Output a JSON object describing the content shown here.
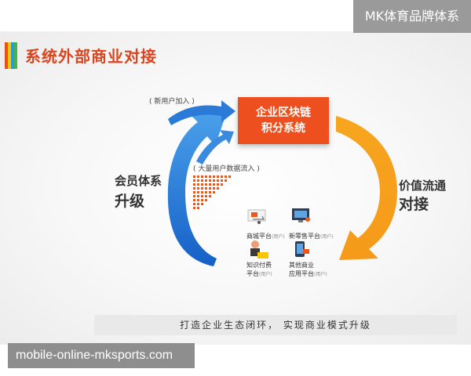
{
  "brand_tag": "MK体育品牌体系",
  "watermark": "mobile-online-mksports.com",
  "slide": {
    "title": "系统外部商业对接",
    "center_box": {
      "line1": "企业区块链",
      "line2": "积分系统"
    },
    "note_new_users": "( 新用户加入 )",
    "note_traffic": "( 大量用户数据流入 )",
    "left_label": {
      "line1": "会员体系",
      "line2": "升级"
    },
    "right_label": {
      "line1": "价值流通",
      "line2": "对接"
    },
    "platforms": [
      {
        "name": "商城平台",
        "tag": "(用户)"
      },
      {
        "name": "新零售平台",
        "tag": "(用户)"
      },
      {
        "name_line1": "知识付费",
        "name_line2": "平台",
        "tag": "(用户)"
      },
      {
        "name_line1": "其他商业",
        "name_line2": "应用平台",
        "tag": "(用户)"
      }
    ],
    "bottom_text": "打造企业生态闭环，  实现商业模式升级"
  },
  "colors": {
    "title": "#d8451f",
    "center_box": "#ee4f1e",
    "blue_arrow": "#1e6fd1",
    "orange_arrow": "#f5a020",
    "dots": "#e8581c",
    "bar1": "#e94e1b",
    "bar2": "#f6c700",
    "bar3": "#2a9bd8",
    "bar4": "#43b649"
  },
  "icons": [
    "shop-cart-icon",
    "monitor-store-icon",
    "person-laptop-icon",
    "phone-cart-icon"
  ]
}
